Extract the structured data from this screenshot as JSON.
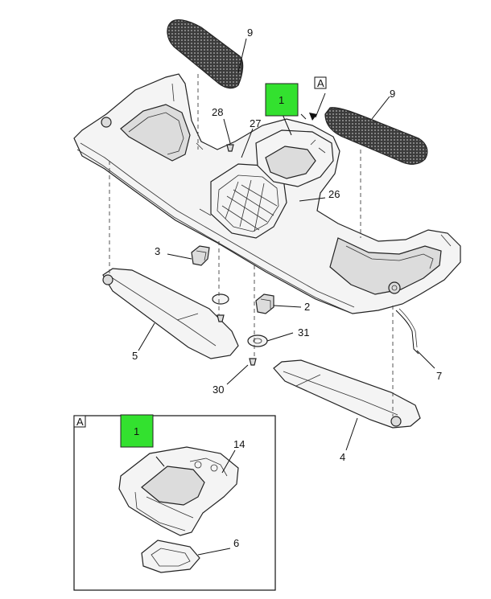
{
  "callouts": {
    "c1_main": "1",
    "c1_inset": "1",
    "c2": "2",
    "c3": "3",
    "c4": "4",
    "c5": "5",
    "c6": "6",
    "c7": "7",
    "c9_left": "9",
    "c9_right": "9",
    "c14": "14",
    "c26": "26",
    "c27": "27",
    "c28": "28",
    "c30": "30",
    "c31": "31"
  },
  "view_labels": {
    "view_a_pointer": "A",
    "view_a_inset": "A"
  },
  "colors": {
    "highlight": "#33e12f",
    "line": "#222222",
    "mesh": "#4a4a4a"
  }
}
